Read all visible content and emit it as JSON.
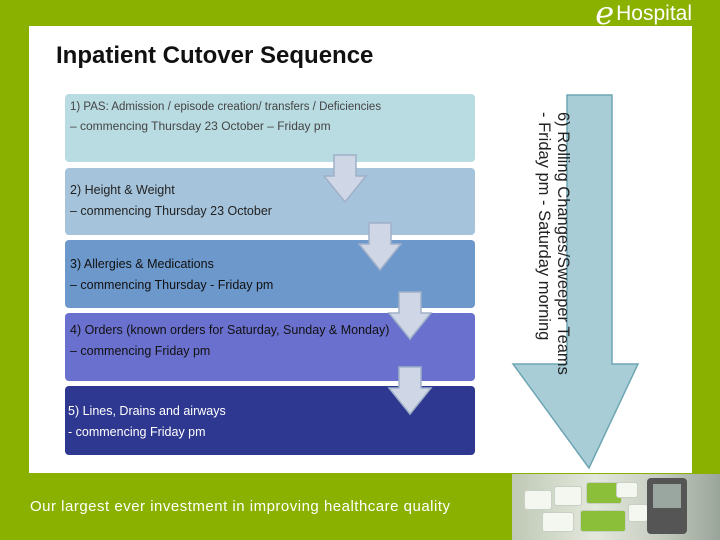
{
  "logo": {
    "mark": "e",
    "text": "Hospital"
  },
  "title": "Inpatient Cutover Sequence",
  "steps": [
    {
      "line1": "1) PAS: Admission / episode creation/ transfers / Deficiencies",
      "line2": "– commencing Thursday 23 October – Friday pm"
    },
    {
      "line1": "2) Height & Weight",
      "line2": "– commencing Thursday 23 October"
    },
    {
      "line1": "3) Allergies & Medications",
      "line2": "– commencing Thursday - Friday pm"
    },
    {
      "line1": "4) Orders (known orders for Saturday, Sunday & Monday)",
      "line2": "– commencing Friday pm"
    },
    {
      "line1": "5) Lines, Drains and airways",
      "line2": "- commencing Friday pm"
    }
  ],
  "side_arrow": {
    "line1": "6) Rolling Changes/Sweeper Teams",
    "line2": "- Friday pm - Saturday morning"
  },
  "footer": "Our largest ever investment in improving healthcare quality",
  "colors": {
    "background": "#8ab000",
    "step1": "#b9dbe2",
    "step2": "#a5c4dc",
    "step3": "#6d98cc",
    "step4": "#6a70cd",
    "step5": "#2e3890",
    "arrow_fill": "#a9cdd6",
    "arrow_stroke": "#6fa6b4",
    "down_arrow": "#cfd6e6"
  }
}
